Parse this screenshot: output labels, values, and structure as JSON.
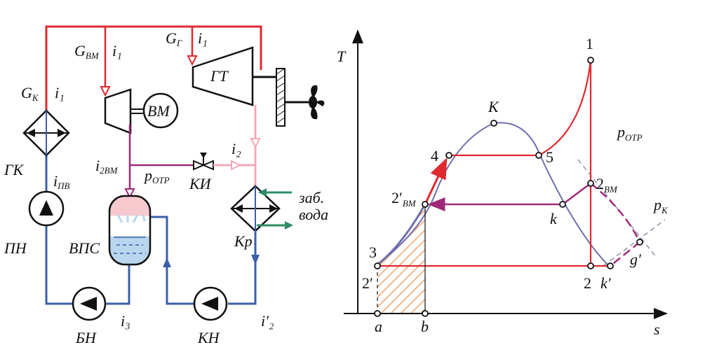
{
  "colors": {
    "hot_gas": "#e0282f",
    "bleed": "#a0287a",
    "extract_light": "#f4a9b6",
    "water": "#3b5fa8",
    "cooling": "#2e8b63",
    "dome": "#6f6fb0",
    "hatch": "#f2a46a"
  },
  "scheme": {
    "gk": {
      "main": "G",
      "sub": "К",
      "i": "i₁",
      "name": "ГК",
      "i_out": "i",
      "i_out_sub": "ПВ"
    },
    "gvm": {
      "main": "G",
      "sub": "ВМ",
      "i": "i₁"
    },
    "gg": {
      "main": "G",
      "sub": "Г",
      "i": "i₁"
    },
    "gt_label": "ГТ",
    "vm_label": "ВМ",
    "i2vm": {
      "main": "i",
      "sub": "2ВМ"
    },
    "potr": {
      "main": "p",
      "sub": "ОТР"
    },
    "ki_label": "КИ",
    "i2_label": "i₂",
    "kr_label": "Кр",
    "cooling_water_l1": "заб.",
    "cooling_water_l2": "вода",
    "vps_label": "ВПС",
    "pn_label": "ПН",
    "bn_label": "БН",
    "kn_label": "КН",
    "i3_label": "i₃",
    "i2prime_label": "i′₂"
  },
  "ts": {
    "axis_t": "T",
    "axis_s": "s",
    "p1": "1",
    "pK": "K",
    "p4": "4",
    "p5": "5",
    "p2vm": {
      "main": "2",
      "sub": "ВМ"
    },
    "p2pvm": {
      "main": "2′",
      "sub": "ВМ"
    },
    "pk": "k",
    "p3": "3",
    "p2p": "2′",
    "p2": "2",
    "pkp": "k′",
    "pgp": "g′",
    "pa": "a",
    "pb": "b",
    "potr": {
      "main": "p",
      "sub": "ОТР"
    },
    "pk_iso": {
      "main": "p",
      "sub": "К"
    }
  }
}
